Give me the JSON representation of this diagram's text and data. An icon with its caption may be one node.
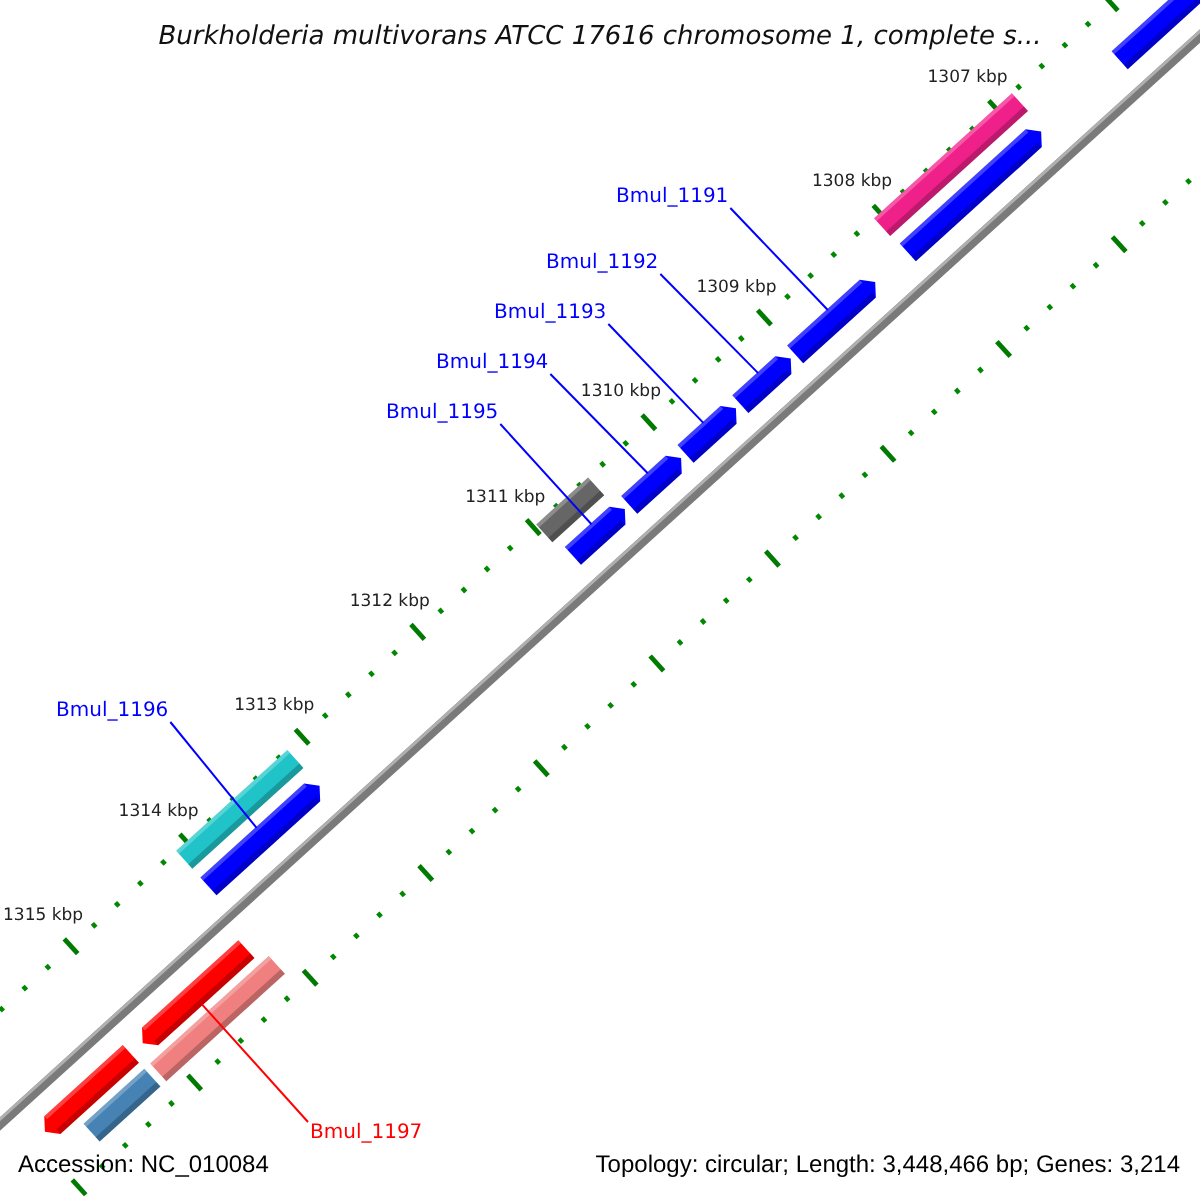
{
  "diagram": {
    "title": "Burkholderia multivorans ATCC 17616 chromosome 1, complete s...",
    "nodes": [
      {
        "text": [
          "Bmul_1191"
        ]
      },
      {
        "text": [
          "Bmul_1192"
        ]
      },
      {
        "text": [
          "Bmul_1193"
        ]
      },
      {
        "text": [
          "Bmul_1194"
        ]
      },
      {
        "text": [
          "Bmul_1195"
        ]
      },
      {
        "text": [
          "Bmul_1196"
        ]
      },
      {
        "text": [
          "Bmul_1197"
        ]
      },
      {
        "text": [],
        "shape": "bar"
      },
      {
        "text": [],
        "shape": "bar"
      },
      {
        "text": [],
        "shape": "bar"
      },
      {
        "text": [],
        "shape": "bar"
      },
      {
        "text": [],
        "shape": "bar"
      },
      {
        "text": [],
        "shape": "bar"
      },
      {
        "text": [],
        "shape": "bar"
      },
      {
        "text": [],
        "shape": "bar"
      },
      {
        "text": [],
        "shape": "bar"
      },
      {
        "text": [],
        "shape": "bar"
      },
      {
        "text": [],
        "shape": "bar"
      },
      {
        "text": [],
        "shape": "bar"
      },
      {
        "text": [],
        "shape": "bar"
      },
      {
        "text": [],
        "shape": "bar"
      },
      {
        "text": [],
        "shape": "bar"
      }
    ],
    "edges": [
      {
        "from": 0,
        "to": 18,
        "arrow": "none"
      },
      {
        "from": 1,
        "to": 17,
        "arrow": "none"
      },
      {
        "from": 2,
        "to": 16,
        "arrow": "none"
      },
      {
        "from": 3,
        "to": 15,
        "arrow": "none"
      },
      {
        "from": 4,
        "to": 14,
        "arrow": "none"
      },
      {
        "from": 5,
        "to": 12,
        "arrow": "none"
      },
      {
        "from": 6,
        "to": 9,
        "arrow": "none",
        "color": "#ff0000"
      }
    ],
    "labels": [
      "1307 kbp",
      "1308 kbp",
      "1309 kbp",
      "1310 kbp",
      "1311 kbp",
      "1312 kbp",
      "1313 kbp",
      "1314 kbp",
      "1315 kbp",
      "Accession: NC_010084",
      "Topology: circular; Length: 3,448,466 bp; Genes: 3,214"
    ]
  }
}
